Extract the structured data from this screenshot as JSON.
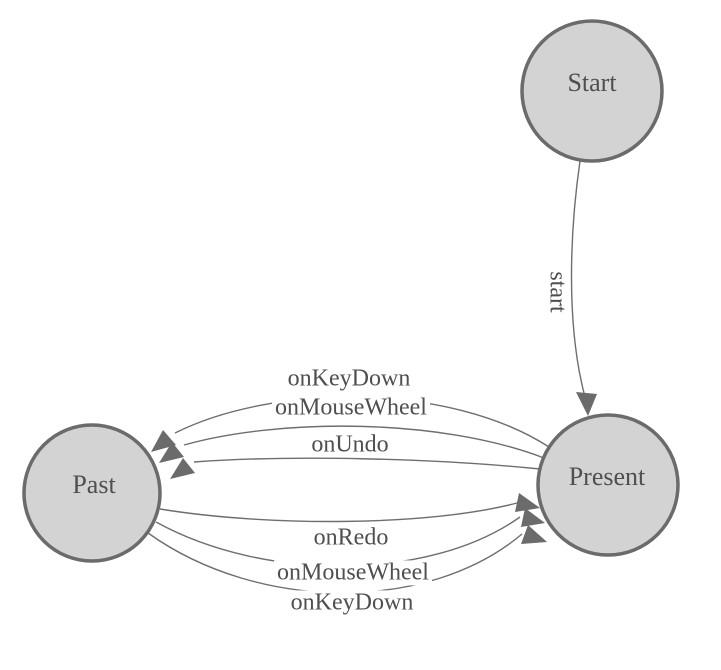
{
  "diagram": {
    "nodes": [
      {
        "id": "start",
        "label": "Start"
      },
      {
        "id": "past",
        "label": "Past"
      },
      {
        "id": "present",
        "label": "Present"
      }
    ],
    "edges": [
      {
        "id": "start-transition",
        "label": "start",
        "from": "Start",
        "to": "Present"
      },
      {
        "id": "keydown-to-past",
        "label": "onKeyDown",
        "from": "Present",
        "to": "Past"
      },
      {
        "id": "mousewheel-to-past",
        "label": "onMouseWheel",
        "from": "Present",
        "to": "Past"
      },
      {
        "id": "undo-to-past",
        "label": "onUndo",
        "from": "Present",
        "to": "Past"
      },
      {
        "id": "redo-to-present",
        "label": "onRedo",
        "from": "Past",
        "to": "Present"
      },
      {
        "id": "mousewheel-to-present",
        "label": "onMouseWheel",
        "from": "Past",
        "to": "Present"
      },
      {
        "id": "keydown-to-present",
        "label": "onKeyDown",
        "from": "Past",
        "to": "Present"
      }
    ],
    "colors": {
      "background": "#ffffff",
      "node_fill": "#d3d3d3",
      "node_border": "#6b6b6b",
      "edge": "#6e6e6e",
      "text": "#4f4f4f"
    }
  }
}
